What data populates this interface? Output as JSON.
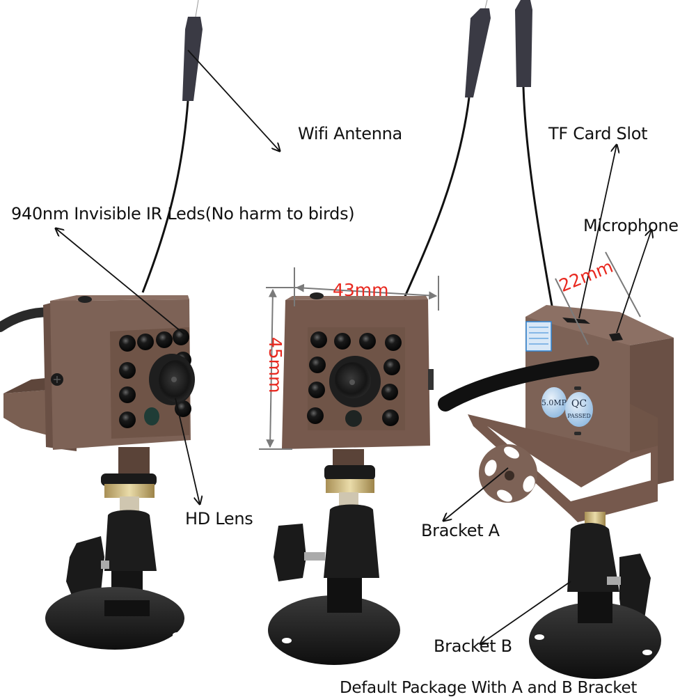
{
  "image": {
    "subject": "Mini WiFi IR bird box camera product diagram",
    "views": [
      "front-angle view",
      "front view with dimensions",
      "rear-angle view with bracket"
    ]
  },
  "labels": {
    "wifi_antenna": "Wifi Antenna",
    "ir_leds": "940nm Invisible IR Leds(No harm to birds)",
    "hd_lens": "HD Lens",
    "tf_card_slot": "TF Card Slot",
    "microphone": "Microphone",
    "bracket_a": "Bracket A",
    "bracket_b": "Bracket B",
    "package_note": "Default Package  With A and B Bracket"
  },
  "dimensions": {
    "width": "43mm",
    "height": "45mm",
    "depth": "22mm"
  },
  "stickers": {
    "resolution": "5.0MP",
    "qc_top": "QC",
    "qc_bottom": "PASSED"
  },
  "colors": {
    "background": "#ffffff",
    "camera_body": "#7a5f52",
    "camera_body_dark": "#5e463b",
    "camera_body_light": "#8c7064",
    "ir_led": "#111111",
    "mount_black": "#1c1c1c",
    "brass": "#c9b27a",
    "dimension_red": "#e8281f",
    "dimension_line": "#7a7a7a",
    "annotation_line": "#111111",
    "sticker_blue": "#2f86d6"
  }
}
